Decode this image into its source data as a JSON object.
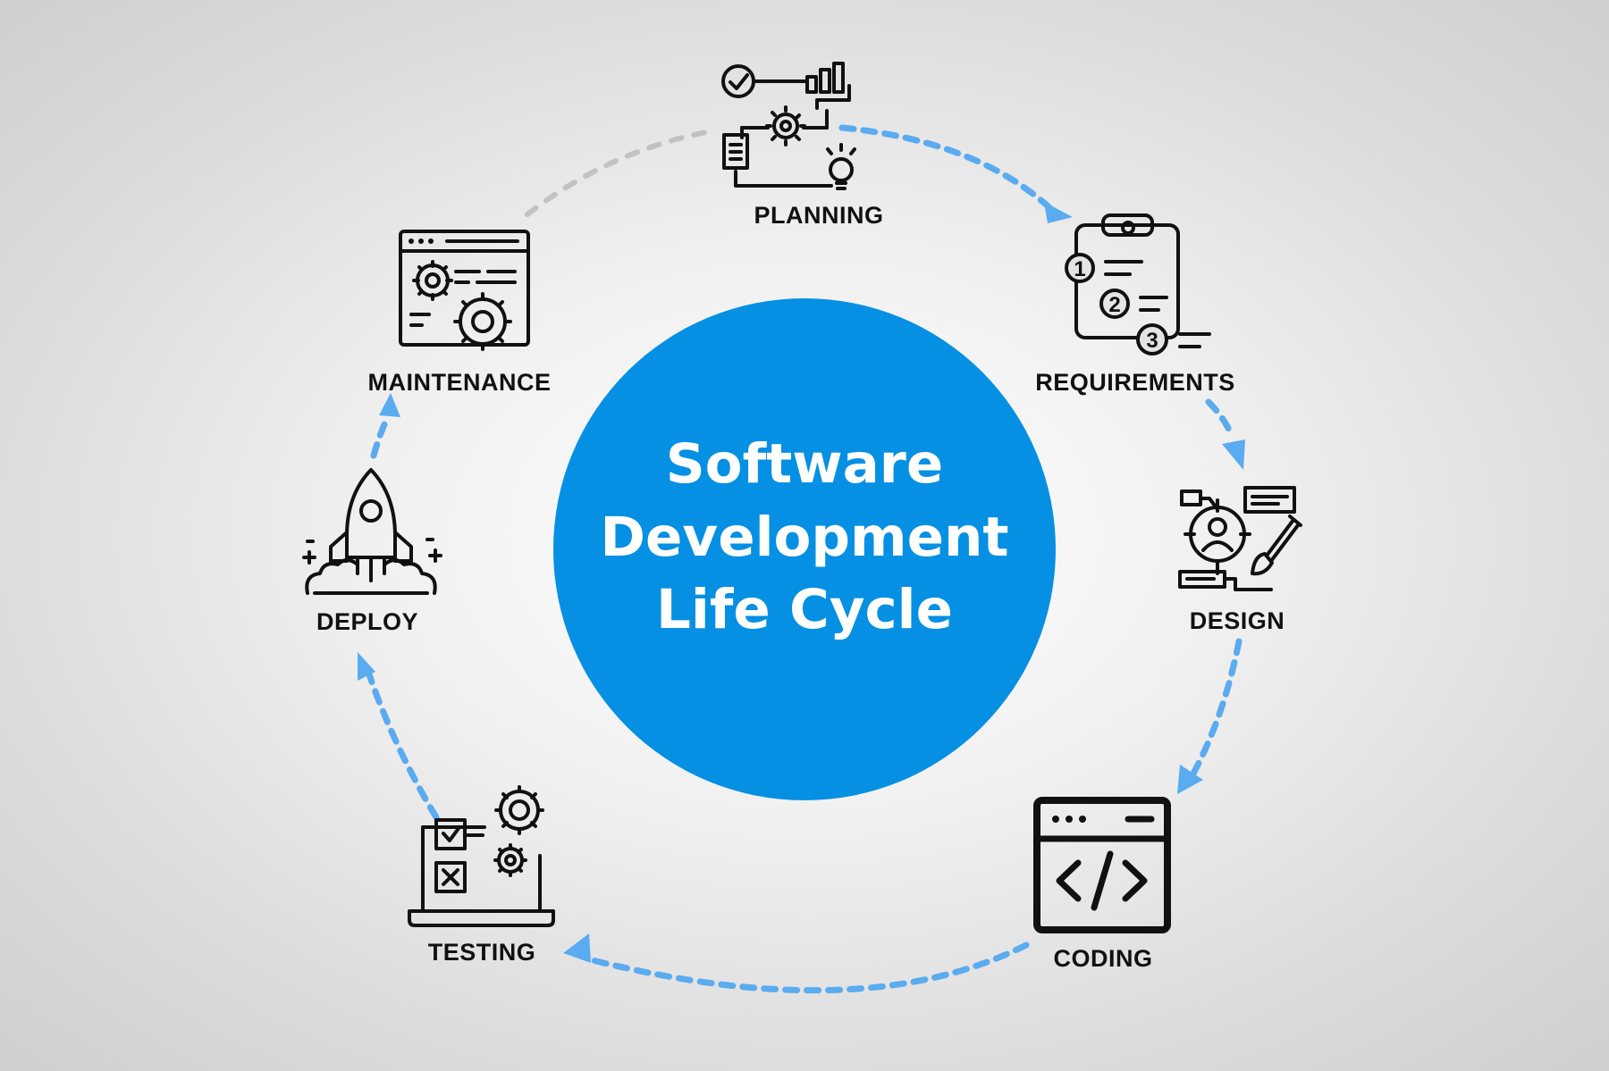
{
  "center": {
    "line1": "Software",
    "line2": "Development",
    "line3": "Life Cycle"
  },
  "stages": {
    "planning": "PLANNING",
    "requirements": "REQUIREMENTS",
    "design": "DESIGN",
    "coding": "CODING",
    "testing": "TESTING",
    "deploy": "DEPLOY",
    "maintenance": "MAINTENANCE"
  },
  "icons": {
    "planning": "planning-flow-icon",
    "requirements": "clipboard-checklist-icon",
    "design": "design-target-brush-icon",
    "coding": "code-window-icon",
    "testing": "laptop-test-gears-icon",
    "deploy": "rocket-launch-icon",
    "maintenance": "browser-gears-icon"
  },
  "colors": {
    "center_circle": "#0590e3",
    "cycle_arrows": "#5aabef",
    "inactive_path": "#c2c2c2",
    "icon_stroke": "#111111",
    "background": "#e6e6e6"
  }
}
